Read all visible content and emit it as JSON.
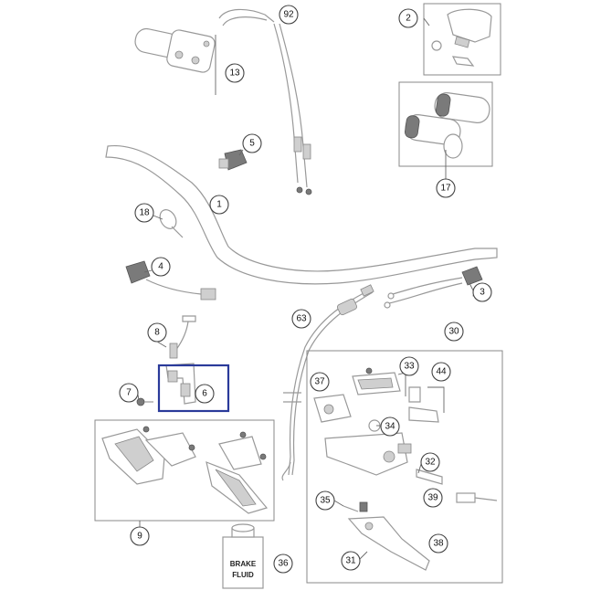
{
  "callouts": [
    "92",
    "2",
    "13",
    "17",
    "5",
    "1",
    "18",
    "4",
    "3",
    "63",
    "30",
    "8",
    "33",
    "44",
    "37",
    "7",
    "6",
    "34",
    "32",
    "39",
    "35",
    "38",
    "31",
    "9",
    "36"
  ],
  "fluid_label": [
    "BRAKE",
    "FLUID"
  ],
  "colors": {
    "highlight": "#2a3a9a",
    "line": "#999999",
    "text": "#111111"
  }
}
